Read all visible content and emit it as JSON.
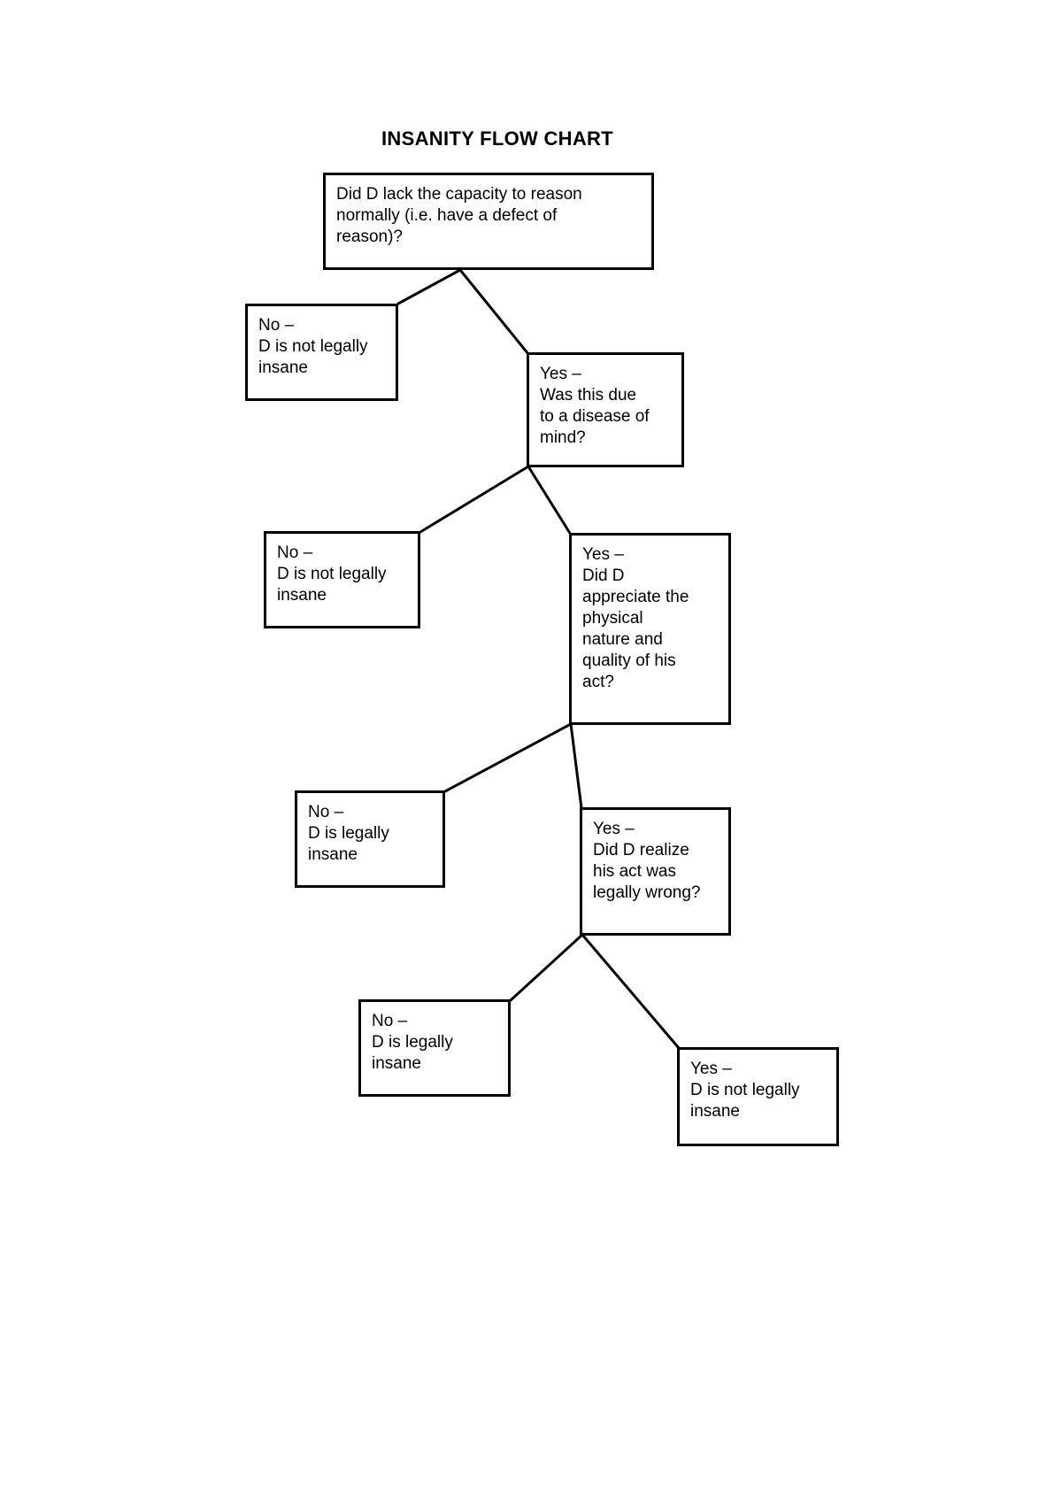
{
  "title": "INSANITY FLOW CHART",
  "colors": {
    "ink": "#000000",
    "background": "#ffffff"
  },
  "flowchart": {
    "nodes": [
      {
        "id": "q-defect-of-reason",
        "text": "Did D lack the capacity to reason\nnormally (i.e. have a defect of\nreason)?"
      },
      {
        "id": "outcome-no-defect",
        "text": "No –\nD is not legally\ninsane"
      },
      {
        "id": "q-disease-of-mind",
        "text": "Yes –\nWas this due\nto a disease of\nmind?"
      },
      {
        "id": "outcome-no-disease",
        "text": "No –\nD is not legally\ninsane"
      },
      {
        "id": "q-physical-nature",
        "text": "Yes –\nDid D\nappreciate the\nphysical\nnature and\nquality of his\nact?"
      },
      {
        "id": "outcome-did-not-appreciate",
        "text": "No –\nD is legally\ninsane"
      },
      {
        "id": "q-legally-wrong",
        "text": "Yes –\nDid D realize\nhis act was\nlegally wrong?"
      },
      {
        "id": "outcome-did-not-realize",
        "text": "No –\nD is legally\ninsane"
      },
      {
        "id": "outcome-realized-wrong",
        "text": "Yes –\nD is not legally\ninsane"
      }
    ],
    "edges": [
      {
        "from": "q-defect-of-reason",
        "to": "outcome-no-defect"
      },
      {
        "from": "q-defect-of-reason",
        "to": "q-disease-of-mind"
      },
      {
        "from": "q-disease-of-mind",
        "to": "outcome-no-disease"
      },
      {
        "from": "q-disease-of-mind",
        "to": "q-physical-nature"
      },
      {
        "from": "q-physical-nature",
        "to": "outcome-did-not-appreciate"
      },
      {
        "from": "q-physical-nature",
        "to": "q-legally-wrong"
      },
      {
        "from": "q-legally-wrong",
        "to": "outcome-did-not-realize"
      },
      {
        "from": "q-legally-wrong",
        "to": "outcome-realized-wrong"
      }
    ]
  }
}
